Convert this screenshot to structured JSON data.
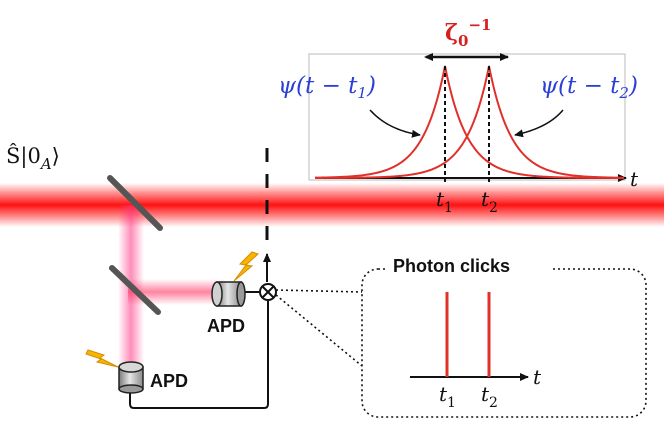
{
  "state_label": "Ŝ|0",
  "state_subscript": "A",
  "zeta_label": "ζ",
  "zeta_sub": "0",
  "zeta_sup": "−1",
  "psi1_label": "ψ(t − t",
  "psi1_sub": "1",
  "psi1_close": ")",
  "psi2_label": "ψ(t − t",
  "psi2_sub": "2",
  "psi2_close": ")",
  "axis_t": "t",
  "t1_label": "t",
  "t1_sub": "1",
  "t2_label": "t",
  "t2_sub": "2",
  "apd_top": "APD",
  "apd_bottom": "APD",
  "clicks_title": "Photon clicks",
  "clicks_axis_t": "t",
  "clicks_t1": "t",
  "clicks_t1_sub": "1",
  "clicks_t2": "t",
  "clicks_t2_sub": "2",
  "colors": {
    "beam": "#ff2020",
    "pulse": "#e0302a",
    "label_blue": "#2a3fd6",
    "label_red": "#d62020"
  },
  "icons": [
    "lightning-icon",
    "detector-icon",
    "mixer-icon",
    "mirror-icon"
  ]
}
